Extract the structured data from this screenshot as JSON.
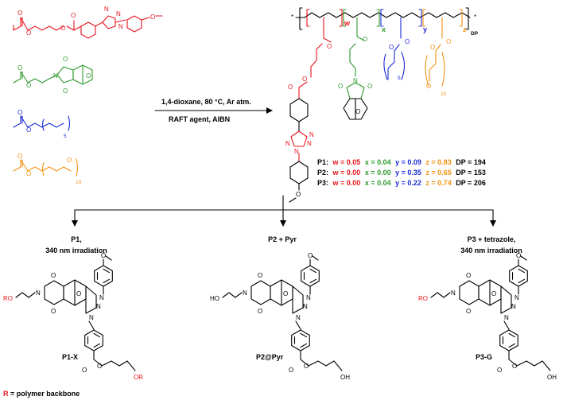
{
  "reaction": {
    "conditions_line1": "1,4-dioxane, 80 °C, Ar atm.",
    "conditions_line2": "RAFT agent, AIBN"
  },
  "monomers": {
    "alkyl_repeat": "5",
    "peg_repeat": "10"
  },
  "polymer": {
    "w_label": "w",
    "x_label": "x",
    "y_label": "y",
    "z_label": "z",
    "dp_label": "DP",
    "alkyl_repeat": "5",
    "peg_repeat": "10"
  },
  "compositions": [
    {
      "name": "P1:",
      "w": "w = 0.05",
      "x": "x = 0.04",
      "y": "y = 0.09",
      "z": "z = 0.83",
      "dp": "DP = 194"
    },
    {
      "name": "P2:",
      "w": "w = 0.00",
      "x": "x = 0.00",
      "y": "y = 0.35",
      "z": "z = 0.65",
      "dp": "DP = 153"
    },
    {
      "name": "P3:",
      "w": "w = 0.00",
      "x": "x = 0.04",
      "y": "y = 0.22",
      "z": "z = 0.74",
      "dp": "DP = 206"
    }
  ],
  "branches": [
    {
      "condition_line1": "P1,",
      "condition_line2": "340 nm irradiation",
      "product": "P1-X",
      "r_group": "RO",
      "end_group": "OR"
    },
    {
      "condition_line1": "P2 + Pyr",
      "condition_line2": "",
      "product": "P2@Pyr",
      "r_group": "HO",
      "end_group": "OH"
    },
    {
      "condition_line1": "P3 + tetrazole,",
      "condition_line2": "340 nm irradiation",
      "product": "P3-G",
      "r_group": "RO",
      "end_group": "OH"
    }
  ],
  "footnote": {
    "r_symbol": "R",
    "text": " = polymer backbone"
  },
  "colors": {
    "red": "#e8141b",
    "green": "#2f9a2f",
    "blue": "#1c2bd6",
    "orange": "#f39112"
  }
}
